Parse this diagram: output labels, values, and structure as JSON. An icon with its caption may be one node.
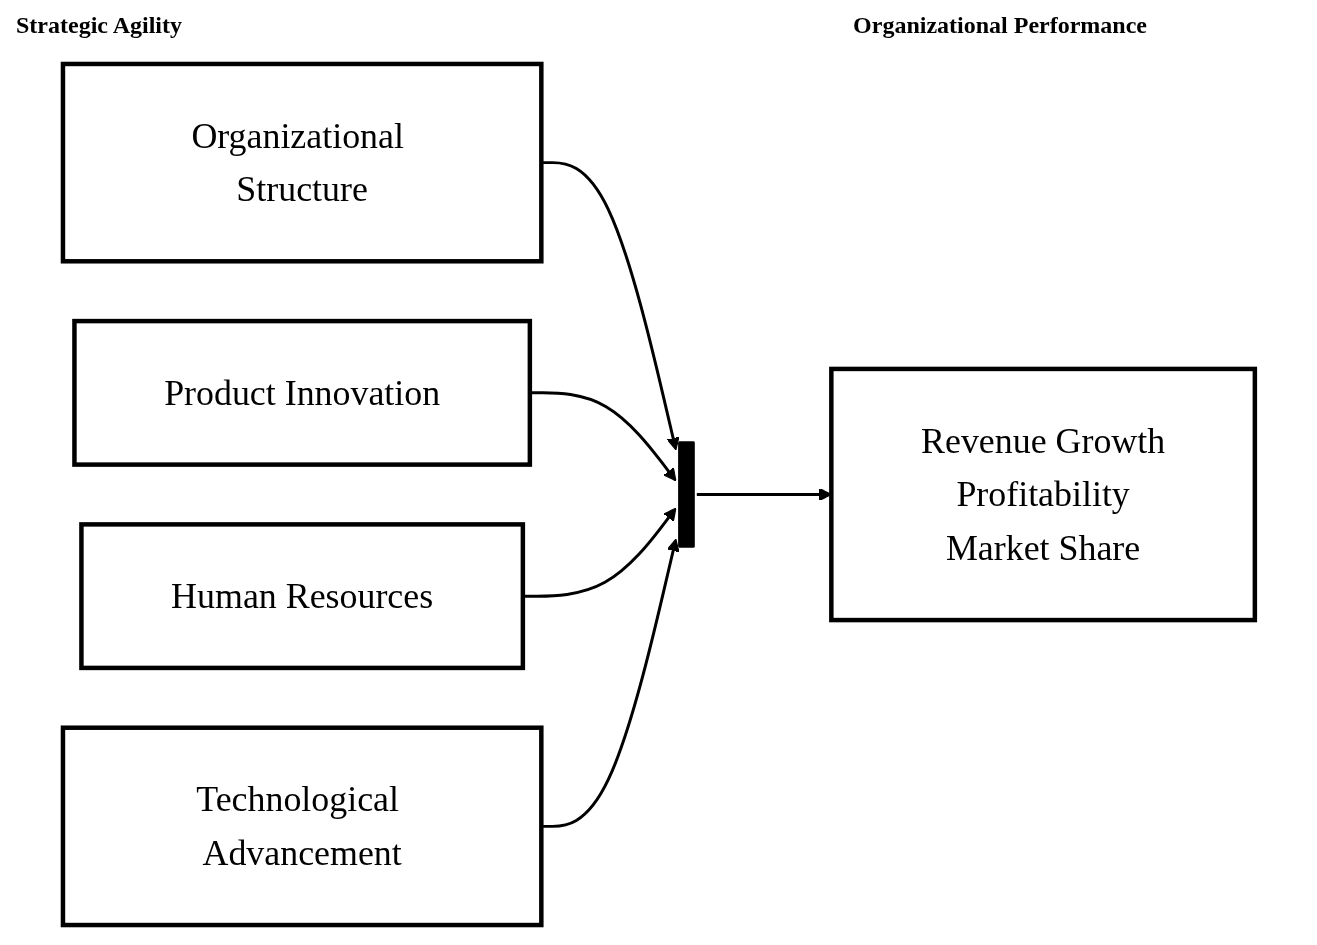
{
  "diagram": {
    "nodes": [
      {
        "text": [
          "Organizational Structure"
        ]
      },
      {
        "text": [
          "Product Innovation"
        ]
      },
      {
        "text": [
          "Human Resources"
        ]
      },
      {
        "text": [
          "Technological Advancement"
        ]
      },
      {
        "text": [],
        "shape": "bar"
      },
      {
        "text": [
          "Revenue Growth",
          "Profitability",
          "Market Share"
        ]
      }
    ],
    "edges": [
      {
        "from": 0,
        "to": 4,
        "arrow": "to"
      },
      {
        "from": 1,
        "to": 4,
        "arrow": "to"
      },
      {
        "from": 2,
        "to": 4,
        "arrow": "to"
      },
      {
        "from": 3,
        "to": 4,
        "arrow": "to"
      },
      {
        "from": 4,
        "to": 5,
        "arrow": "to"
      }
    ],
    "labels": [
      "Strategic Agility",
      "Organizational Performance"
    ]
  }
}
